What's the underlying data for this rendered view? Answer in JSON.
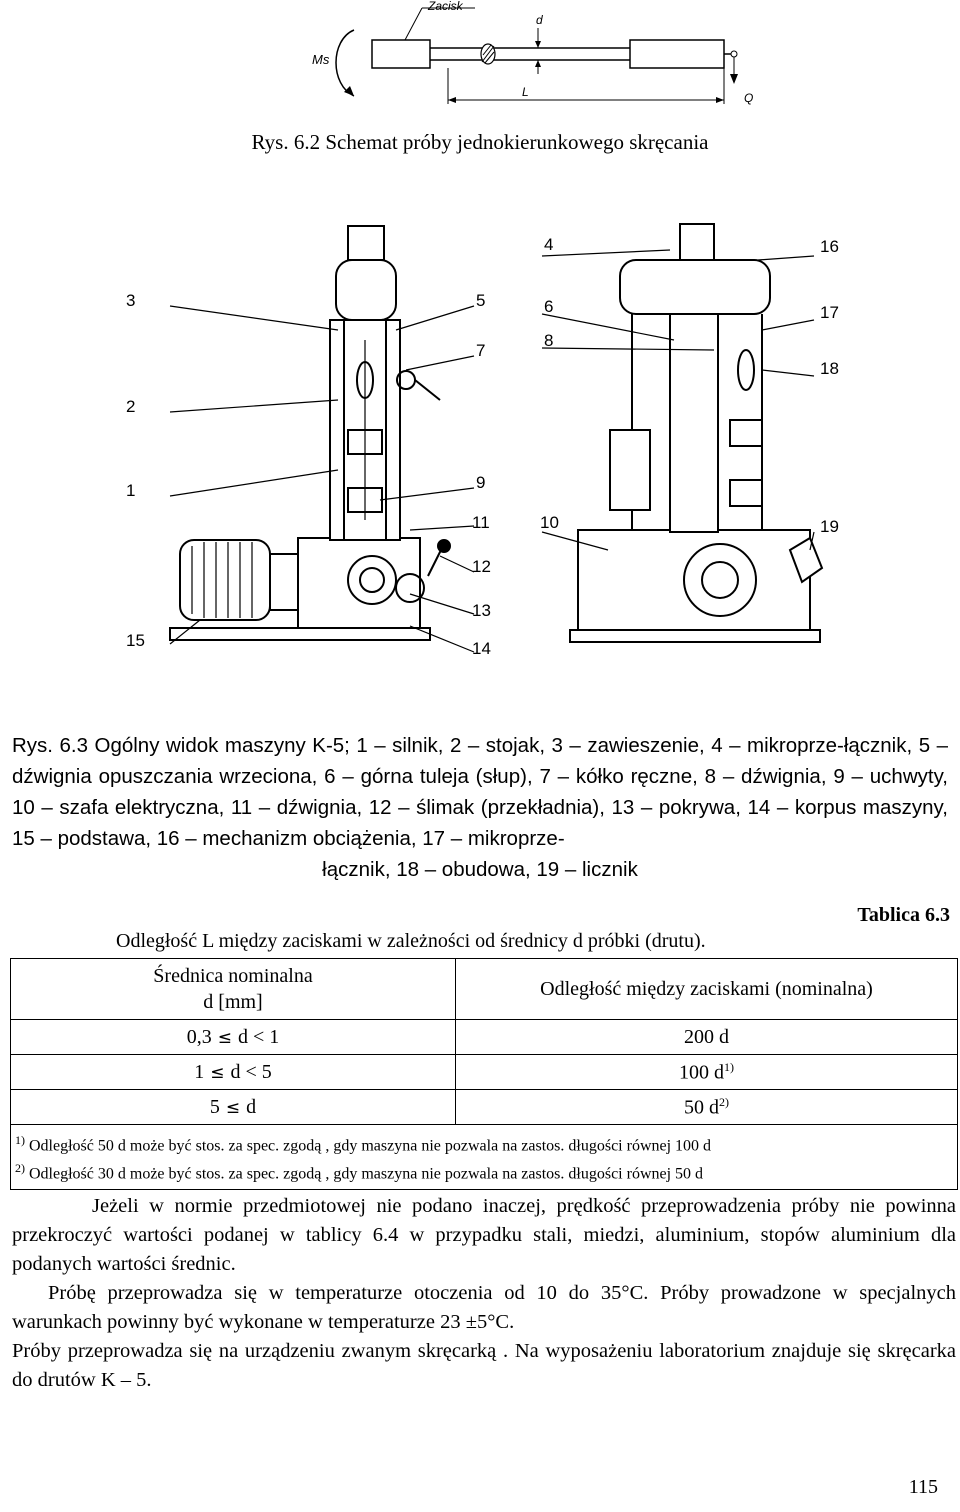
{
  "fig62": {
    "labels": {
      "clamp": "Zacisk",
      "diameter": "d",
      "moment": "Ms",
      "length": "L",
      "load": "Q"
    },
    "caption": "Rys. 6.2  Schemat próby jednokierunkowego skręcania"
  },
  "fig63": {
    "callouts_left": [
      "3",
      "2",
      "1",
      "15"
    ],
    "callouts_middle": [
      "5",
      "7",
      "9",
      "11",
      "12",
      "13",
      "14"
    ],
    "callouts_right_a": [
      "4",
      "6",
      "8",
      "10"
    ],
    "callouts_right_b": [
      "16",
      "17",
      "18",
      "19"
    ],
    "caption": "Rys. 6.3 Ogólny widok maszyny K-5; 1 – silnik, 2 – stojak, 3 – zawieszenie, 4 – mikroprze-łącznik, 5 – dźwignia opuszczania wrzeciona, 6 – górna tuleja (słup), 7 – kółko ręczne, 8 – dźwignia, 9 – uchwyty, 10 – szafa elektryczna, 11 – dźwignia, 12 – ślimak (przekładnia), 13 – pokrywa, 14 – korpus maszyny, 15 – podstawa, 16 – mechanizm obciążenia, 17 – mikroprze-",
    "caption_last": "łącznik, 18 – obudowa, 19 – licznik"
  },
  "table": {
    "number": "Tablica 6.3",
    "caption": "Odległość L między zaciskami w zależności od średnicy d próbki (drutu).",
    "header_col1_line1": "Średnica nominalna",
    "header_col1_line2": "d  [mm]",
    "header_col2": "Odległość między zaciskami (nominalna)",
    "rows": [
      {
        "d_left": "0,3",
        "d_right": "d < 1",
        "distance": "200 d",
        "note": ""
      },
      {
        "d_left": "1",
        "d_right": "d < 5",
        "distance": "100 d",
        "note": "1)"
      },
      {
        "d_left": "5",
        "d_right": "d",
        "distance": "50 d",
        "note": "2)"
      }
    ],
    "le_symbol": "≤",
    "footnotes": [
      {
        "mark": "1)",
        "text": "Odległość 50 d może być stos. za spec. zgodą , gdy maszyna nie pozwala na zastos. długości równej 100 d"
      },
      {
        "mark": "2)",
        "text": "Odległość 30 d może być stos. za spec. zgodą , gdy maszyna nie pozwala na zastos. długości równej 50 d"
      }
    ]
  },
  "body": {
    "p1": "Jeżeli w normie przedmiotowej nie podano inaczej, prędkość przeprowadzenia próby nie powinna przekroczyć wartości podanej w tablicy 6.4 w przypadku stali, miedzi, aluminium, stopów aluminium dla podanych wartości średnic.",
    "p2": "Próbę przeprowadza się w temperaturze otoczenia od 10 do 35°C. Próby prowadzone w specjalnych warunkach powinny być wykonane w temperaturze 23 ±5°C.",
    "p3": "Próby przeprowadza się na urządzeniu zwanym skręcarką . Na wyposażeniu laboratorium znajduje się skręcarka  do drutów K – 5."
  },
  "page_number": "115"
}
